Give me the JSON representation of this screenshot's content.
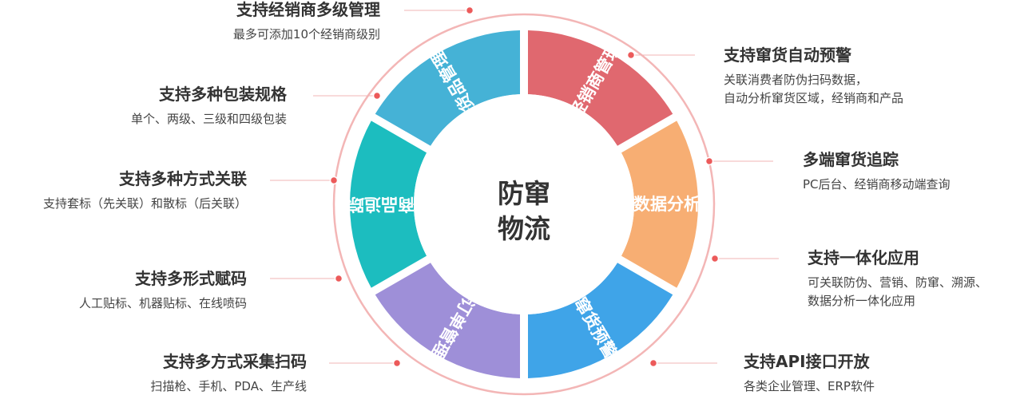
{
  "center": {
    "line1": "防窜",
    "line2": "物流"
  },
  "segments": [
    {
      "label": "经销商管理",
      "color": "#e0686f"
    },
    {
      "label": "数据分析",
      "color": "#f7ae73"
    },
    {
      "label": "窜货预警",
      "color": "#3fa4e8"
    },
    {
      "label": "订单管理",
      "color": "#9e8fd8"
    },
    {
      "label": "商品追踪",
      "color": "#1cbdbf"
    },
    {
      "label": "货品管理",
      "color": "#45b2d6"
    }
  ],
  "features": [
    {
      "title": "支持经销商多级管理",
      "desc": [
        "最多可添加10个经销商级别"
      ]
    },
    {
      "title": "支持多种包装规格",
      "desc": [
        "单个、两级、三级和四级包装"
      ]
    },
    {
      "title": "支持多种方式关联",
      "desc": [
        "支持套标（先关联）和散标（后关联）"
      ]
    },
    {
      "title": "支持多形式赋码",
      "desc": [
        "人工贴标、机器贴标、在线喷码"
      ]
    },
    {
      "title": "支持多方式采集扫码",
      "desc": [
        "扫描枪、手机、PDA、生产线"
      ]
    },
    {
      "title": "支持窜货自动预警",
      "desc": [
        "关联消费者防伪扫码数据，",
        "自动分析窜货区域，经销商和产品"
      ]
    },
    {
      "title": "多端窜货追踪",
      "desc": [
        "PC后台、经销商移动端查询"
      ]
    },
    {
      "title": "支持一体化应用",
      "desc": [
        "可关联防伪、营销、防窜、溯源、",
        "数据分析一体化应用"
      ]
    },
    {
      "title": "支持API接口开放",
      "desc": [
        "各类企业管理、ERP软件"
      ]
    }
  ],
  "colors": {
    "ring": "#f3b6b6",
    "dot": "#ec5a5a",
    "line": "#f2b4b4"
  }
}
